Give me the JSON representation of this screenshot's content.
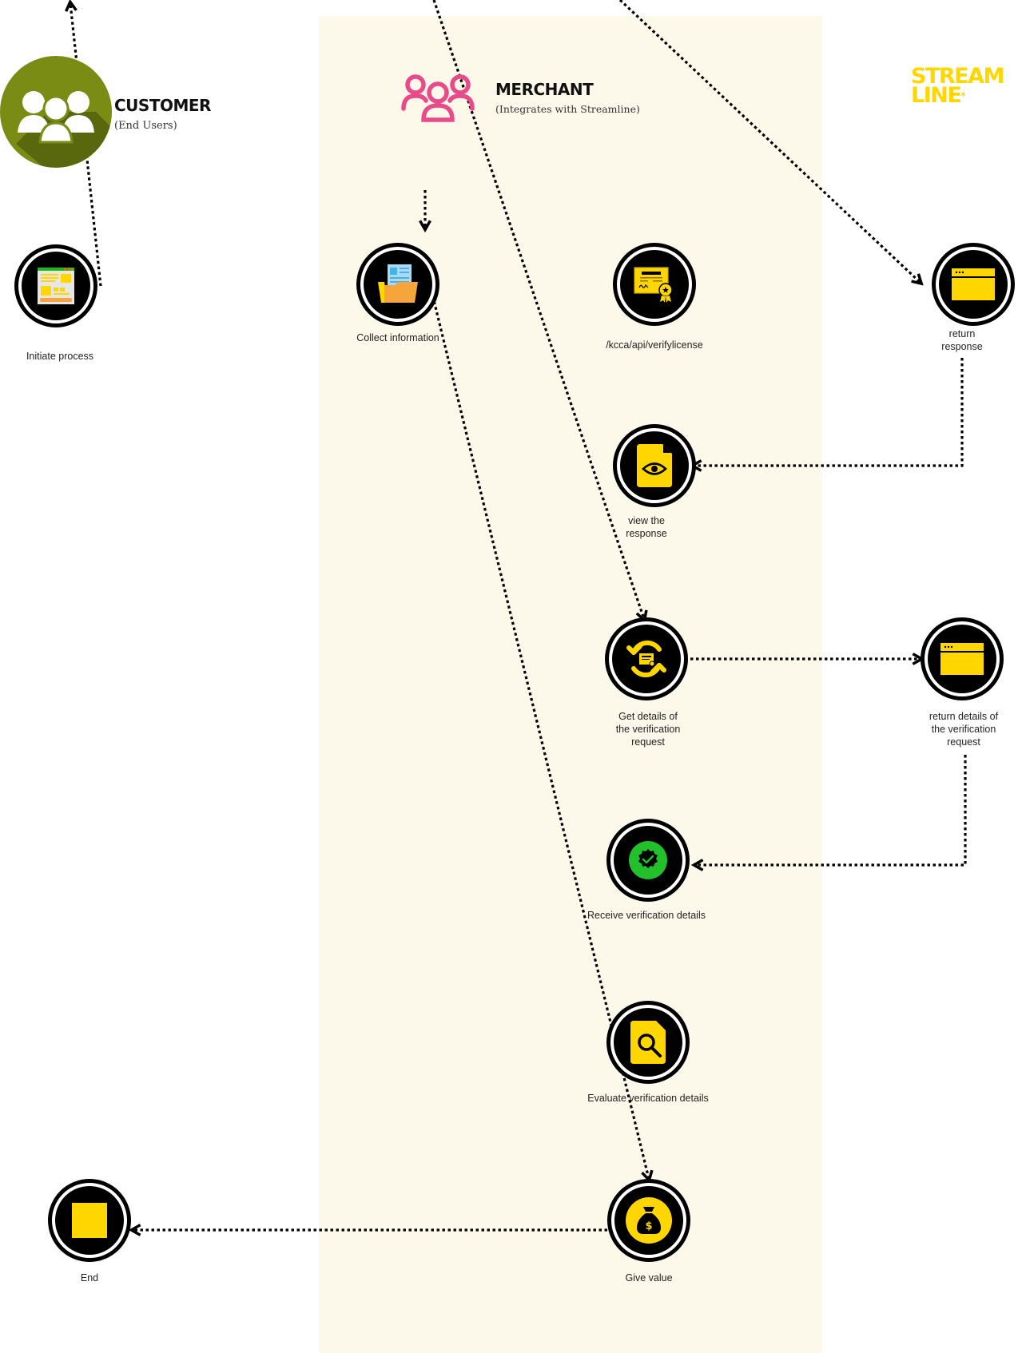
{
  "colors": {
    "lane_background": "#fdf9ea",
    "accent_yellow": "#ffd600",
    "customer_green": "#7a8c14",
    "merchant_pink": "#e84a8a",
    "success_green": "#22c02a",
    "node_black": "#000000"
  },
  "actors": {
    "customer": {
      "title": "CUSTOMER",
      "subtitle": "(End Users)",
      "icon": "users-group-icon"
    },
    "merchant": {
      "title": "MERCHANT",
      "subtitle": "(Integrates with Streamline)",
      "icon": "users-outline-icon"
    },
    "provider": {
      "brand_line1": "STREAM",
      "brand_line2": "LINE",
      "brand_mark": "*"
    }
  },
  "nodes": [
    {
      "id": "initiate",
      "label": "Initiate  process",
      "icon": "webpage-layout-icon",
      "lane": "customer"
    },
    {
      "id": "collect",
      "label": "Collect information",
      "icon": "folder-document-icon",
      "lane": "merchant"
    },
    {
      "id": "verify",
      "label": "/kcca/api/verifylicense",
      "icon": "certificate-icon",
      "lane": "merchant"
    },
    {
      "id": "return_response",
      "label_lines": [
        "return",
        "response"
      ],
      "icon": "browser-window-icon",
      "lane": "streamline"
    },
    {
      "id": "view",
      "label_lines": [
        "view the",
        "response"
      ],
      "icon": "file-eye-icon",
      "lane": "merchant"
    },
    {
      "id": "get_details",
      "label_lines": [
        "Get details of",
        "the verification",
        "request"
      ],
      "icon": "refresh-certificate-icon",
      "lane": "merchant"
    },
    {
      "id": "return_details",
      "label_lines": [
        "return details of",
        "the verification",
        "request"
      ],
      "icon": "browser-window-icon",
      "lane": "streamline"
    },
    {
      "id": "receive",
      "label": "Receive verification details",
      "icon": "verified-badge-icon",
      "lane": "merchant"
    },
    {
      "id": "evaluate",
      "label": "Evaluate  verification details",
      "icon": "file-search-icon",
      "lane": "merchant"
    },
    {
      "id": "give_value",
      "label": "Give value",
      "icon": "money-bag-icon",
      "lane": "merchant"
    },
    {
      "id": "end",
      "label": "End",
      "icon": "stop-square-icon",
      "lane": "customer"
    }
  ],
  "connectors": [
    {
      "from": "initiate",
      "to": "off-canvas-top",
      "style": "dotted"
    },
    {
      "from": "off-canvas-top",
      "to": "collect",
      "style": "dotted"
    },
    {
      "from": "off-canvas-top",
      "to": "get_details",
      "style": "dotted"
    },
    {
      "from": "off-canvas-top",
      "to": "return_response",
      "style": "dotted"
    },
    {
      "from": "return_response",
      "to": "view",
      "style": "dotted"
    },
    {
      "from": "get_details",
      "to": "return_details",
      "style": "dotted"
    },
    {
      "from": "return_details",
      "to": "receive",
      "style": "dotted"
    },
    {
      "from": "collect",
      "to": "give_value",
      "style": "dotted"
    },
    {
      "from": "give_value",
      "to": "end",
      "style": "dotted"
    }
  ]
}
